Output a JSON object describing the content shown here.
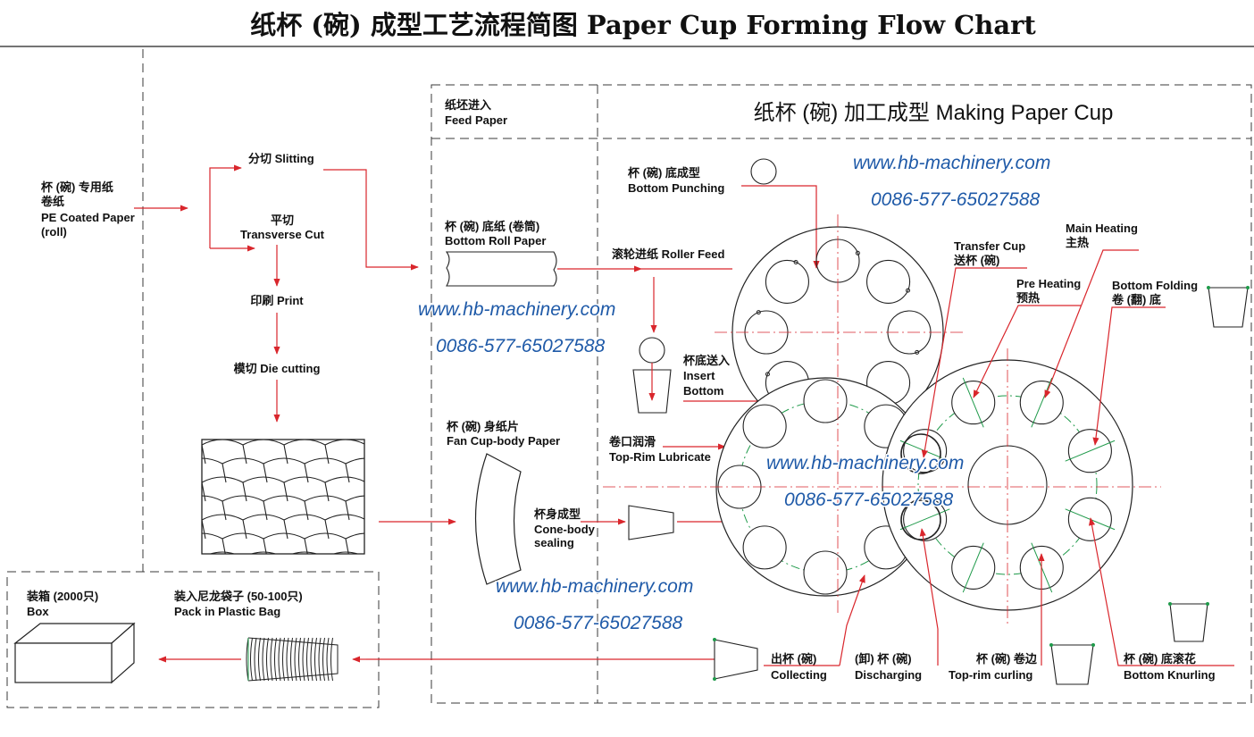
{
  "title": "纸杯 (碗) 成型工艺流程简图  Paper Cup Forming Flow Chart",
  "sections": {
    "feed_cn": "纸坯进入",
    "feed_en": "Feed Paper",
    "making": "纸杯 (碗) 加工成型  Making Paper Cup"
  },
  "nodes": {
    "pe_cn1": "杯 (碗) 专用纸",
    "pe_cn2": "卷纸",
    "pe_en1": "PE Coated Paper",
    "pe_en2": "(roll)",
    "slitting": "分切 Slitting",
    "transverse_cn": "平切",
    "transverse_en": "Transverse Cut",
    "print": "印刷 Print",
    "die": "模切 Die cutting",
    "bottom_roll_cn": "杯 (碗) 底纸 (卷筒)",
    "bottom_roll_en": "Bottom Roll Paper",
    "roller_feed": "滚轮进纸 Roller Feed",
    "bottom_punch_cn": "杯 (碗) 底成型",
    "bottom_punch_en": "Bottom Punching",
    "insert_cn": "杯底送入",
    "insert_en1": "Insert",
    "insert_en2": "Bottom",
    "fan_cn": "杯 (碗) 身纸片",
    "fan_en": "Fan Cup-body Paper",
    "lubricate_cn": "卷口润滑",
    "lubricate_en": "Top-Rim Lubricate",
    "cone_cn": "杯身成型",
    "cone_en1": "Cone-body",
    "cone_en2": "sealing",
    "transfer_en": "Transfer Cup",
    "transfer_cn": "送杯 (碗)",
    "pre_en": "Pre Heating",
    "pre_cn": "预热",
    "main_en": "Main Heating",
    "main_cn": "主热",
    "fold_en": "Bottom Folding",
    "fold_cn": "卷 (翻) 底",
    "knurl_cn": "杯 (碗) 底滚花",
    "knurl_en": "Bottom Knurling",
    "curl_cn": "杯 (碗) 卷边",
    "curl_en": "Top-rim curling",
    "discharge_cn": "(卸) 杯 (碗)",
    "discharge_en": "Discharging",
    "collect_cn": "出杯 (碗)",
    "collect_en": "Collecting",
    "bag_cn": "装入尼龙袋子 (50-100只)",
    "bag_en": "Pack in Plastic Bag",
    "box_cn": "装箱 (2000只)",
    "box_en": "Box"
  },
  "watermark": {
    "url": "www.hb-machinery.com",
    "phone": "0086-577-65027588"
  },
  "colors": {
    "arrow": "#d9262c",
    "line": "#222222",
    "dash": "#3a3a3a",
    "green": "#1f9a4a",
    "watermark": "#1f5aa8"
  }
}
